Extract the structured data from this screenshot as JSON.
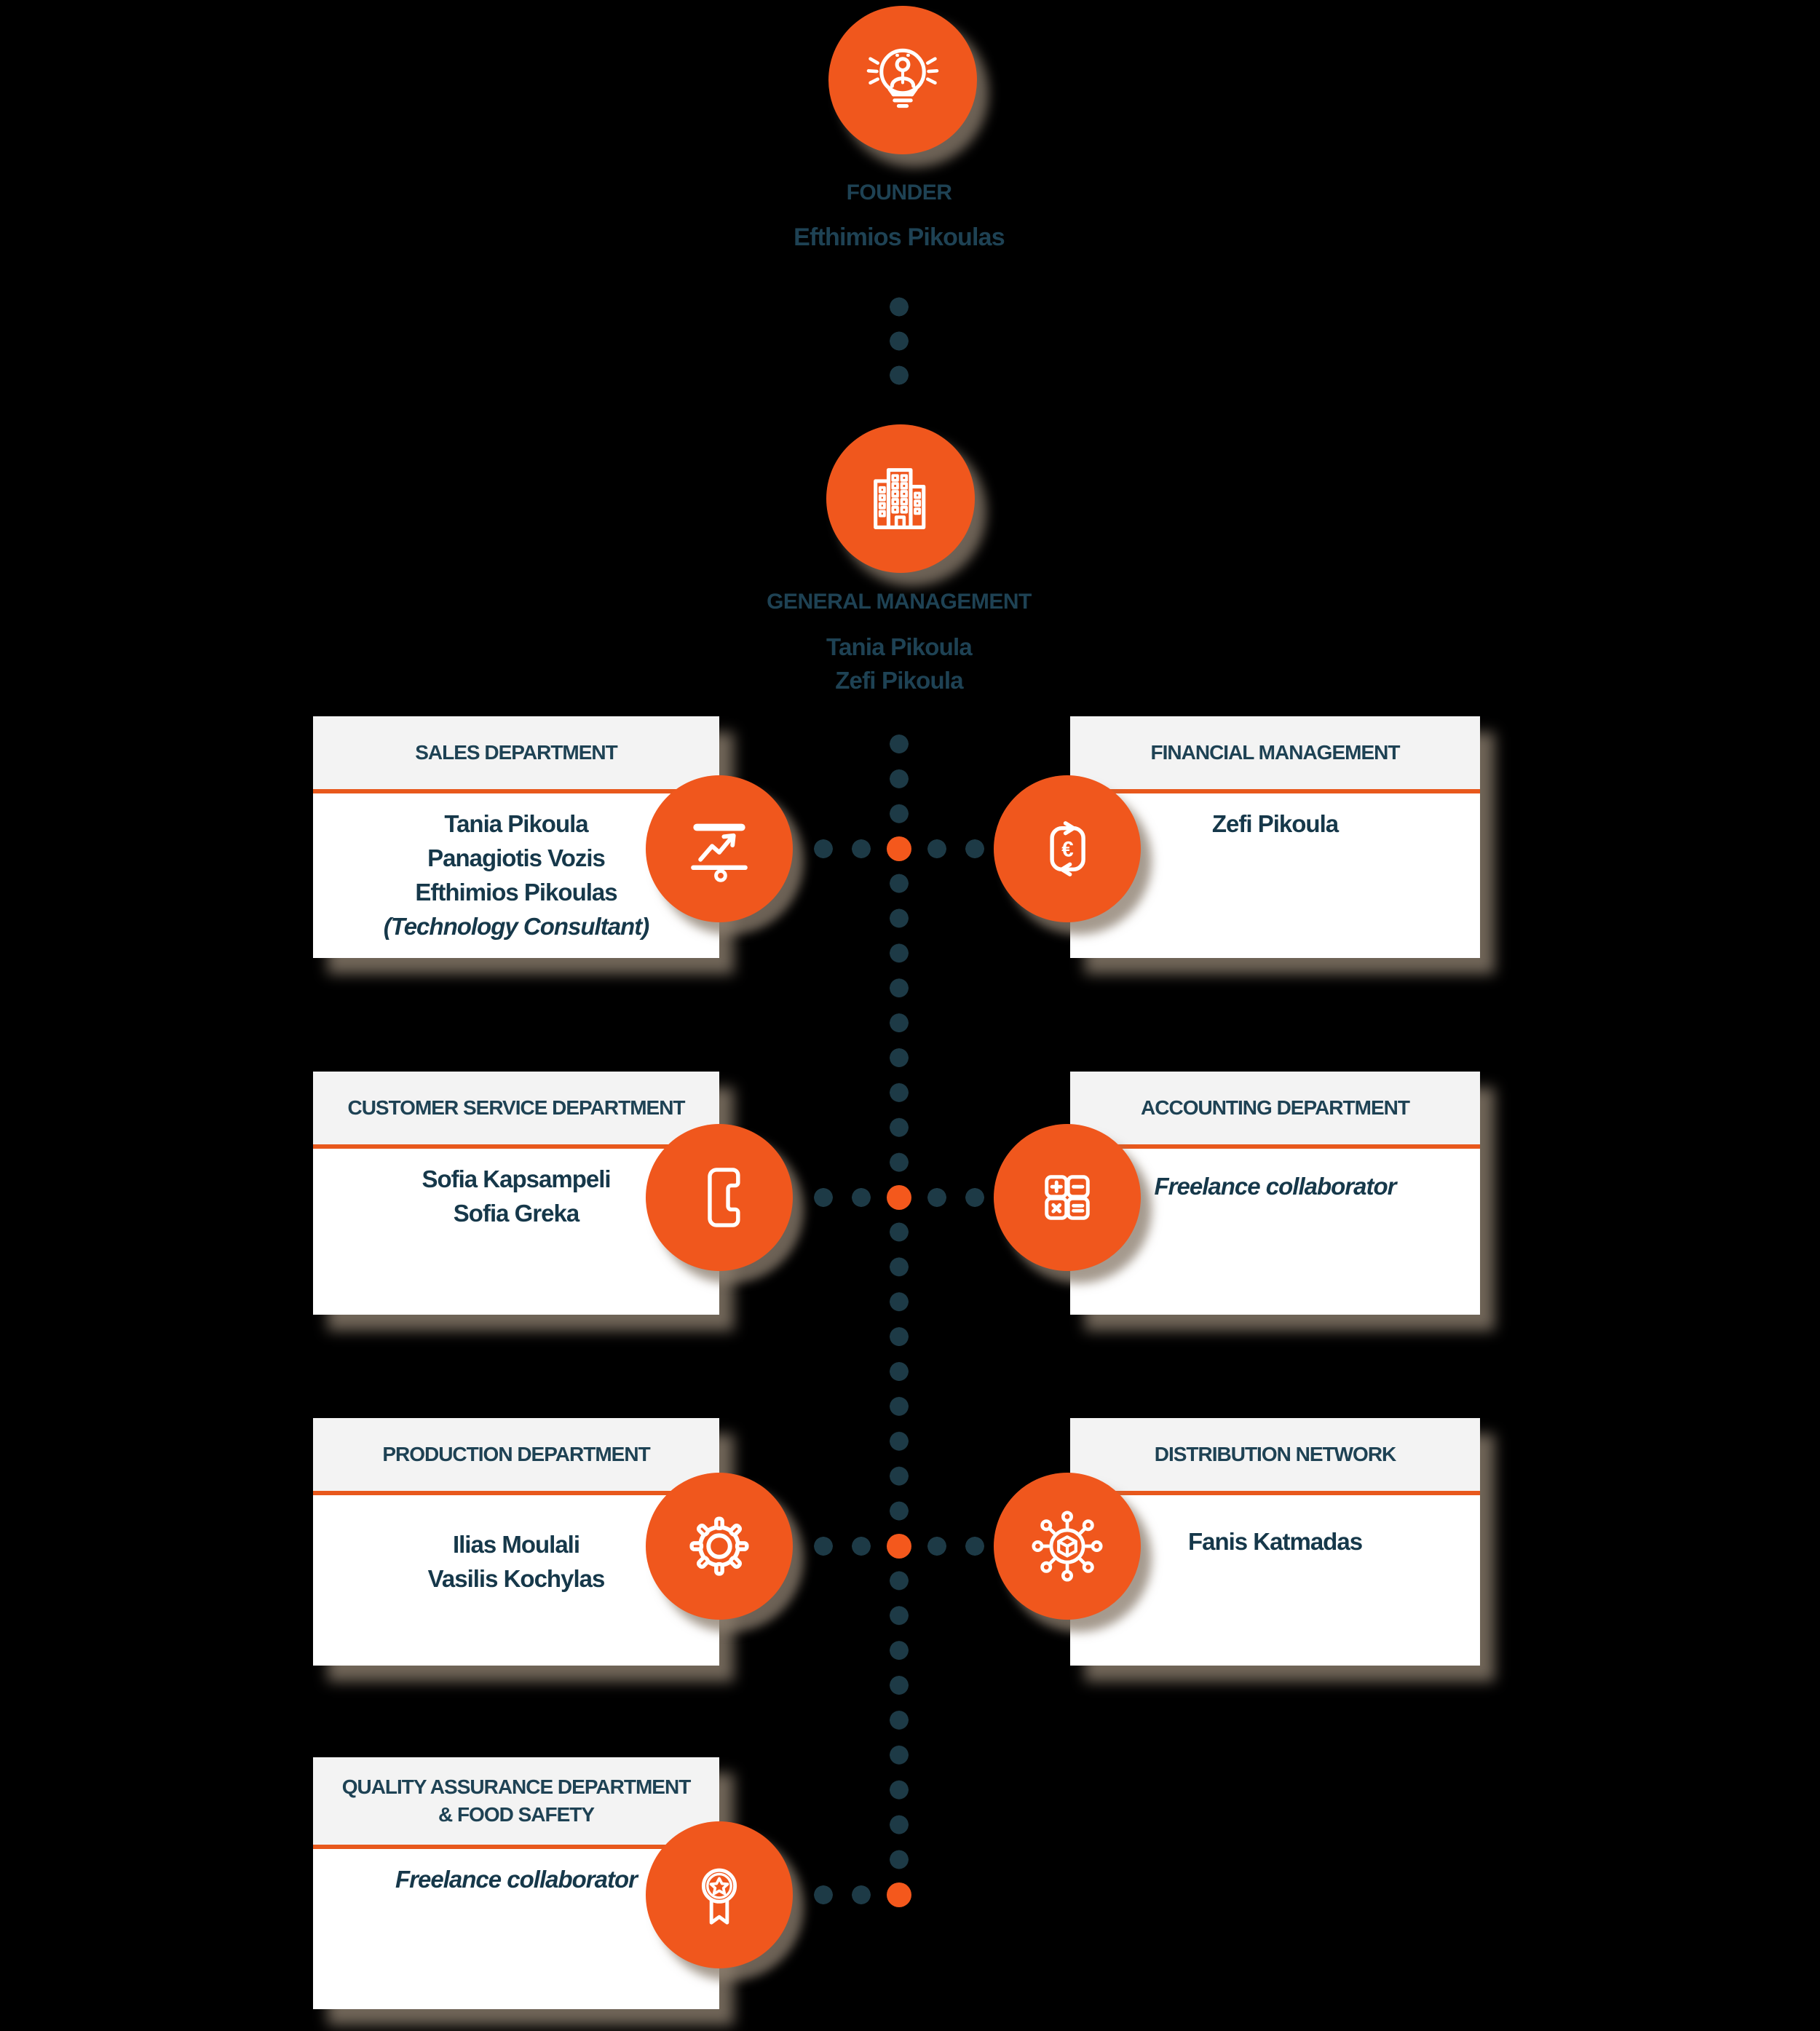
{
  "palette": {
    "orange": "#F0571D",
    "orange_dot": "#F4581C",
    "divider": "#E8581C",
    "teal_dot": "#1D3A46",
    "heading": "#1E4254",
    "body_text": "#16384A",
    "header_bg": "#F3F3F3",
    "body_bg": "#FFFFFF",
    "page_bg": "#000000"
  },
  "founder": {
    "icon": "lightbulb-person-icon",
    "title": "FOUNDER",
    "name": "Efthimios Pikoulas"
  },
  "general_management": {
    "icon": "building-icon",
    "title": "GENERAL MANAGEMENT",
    "names": "Tania Pikoula\nZefi Pikoula"
  },
  "departments": [
    {
      "title": "SALES DEPARTMENT",
      "members": "Tania Pikoula\nPanagiotis Vozis\nEfthimios Pikoulas",
      "note": "(Technology Consultant)",
      "icon": "trend-chart-icon",
      "side": "left"
    },
    {
      "title": "FINANCIAL MANAGEMENT",
      "members": "Zefi Pikoula",
      "note": "",
      "icon": "euro-cycle-icon",
      "side": "right"
    },
    {
      "title": "CUSTOMER SERVICE DEPARTMENT",
      "members": "Sofia Kapsampeli\nSofia Greka",
      "note": "",
      "icon": "phone-handset-icon",
      "side": "left"
    },
    {
      "title": "ACCOUNTING DEPARTMENT",
      "members": "",
      "note": "Freelance collaborator",
      "icon": "calculator-icon",
      "side": "right"
    },
    {
      "title": "PRODUCTION DEPARTMENT",
      "members": "Ilias Moulali\nVasilis Kochylas",
      "note": "",
      "icon": "gear-icon",
      "side": "left"
    },
    {
      "title": "DISTRIBUTION NETWORK",
      "members": "Fanis Katmadas",
      "note": "",
      "icon": "distribution-network-icon",
      "side": "right"
    },
    {
      "title": "QUALITY ASSURANCE DEPARTMENT\n& FOOD SAFETY",
      "members": "",
      "note": "Freelance collaborator",
      "icon": "award-ribbon-icon",
      "side": "left"
    }
  ]
}
